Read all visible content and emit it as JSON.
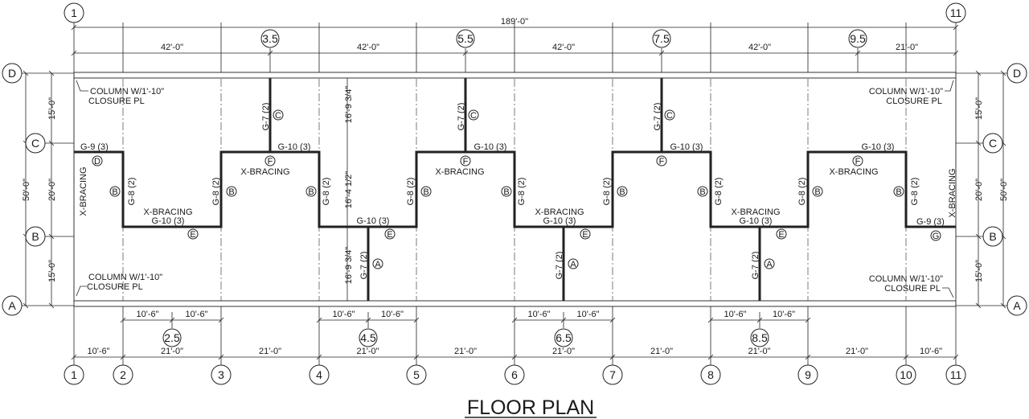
{
  "title": "FLOOR PLAN",
  "grid_columns": [
    "1",
    "2",
    "3",
    "4",
    "5",
    "6",
    "7",
    "8",
    "9",
    "10",
    "11"
  ],
  "half_grid_top": [
    "3.5",
    "5.5",
    "7.5",
    "9.5"
  ],
  "half_grid_bottom": [
    "2.5",
    "4.5",
    "6.5",
    "8.5"
  ],
  "grid_rows": {
    "D": "D",
    "C": "C",
    "B": "B",
    "A": "A"
  },
  "dims": {
    "overall": "189'-0\"",
    "top": [
      "42'-0\"",
      "42'-0\"",
      "42'-0\"",
      "42'-0\"",
      "21'-0\""
    ],
    "bottom": [
      "10'-6\"",
      "21'-0\"",
      "21'-0\"",
      "21'-0\"",
      "21'-0\"",
      "21'-0\"",
      "21'-0\"",
      "21'-0\"",
      "21'-0\"",
      "10'-6\""
    ],
    "half_bottom": "10'-6\"",
    "side_overall": "50'-0\"",
    "side": [
      "15'-0\"",
      "20'-0\"",
      "15'-0\""
    ],
    "interior": [
      "16'-9 3/4\"",
      "16'-4 1/2\"",
      "16'-9 3/4\""
    ]
  },
  "notes": {
    "column": "COLUMN W/1'-10\"",
    "closure": "CLOSURE PL"
  },
  "members": {
    "g7": "G-7 (2)",
    "g8": "G-8 (2)",
    "g9": "G-9 (3)",
    "g10": "G-10 (3)",
    "bracing": "X-BRACING"
  },
  "marks": {
    "A": "A",
    "B": "B",
    "C": "C",
    "D": "D",
    "E": "E",
    "F": "F",
    "G": "G"
  }
}
